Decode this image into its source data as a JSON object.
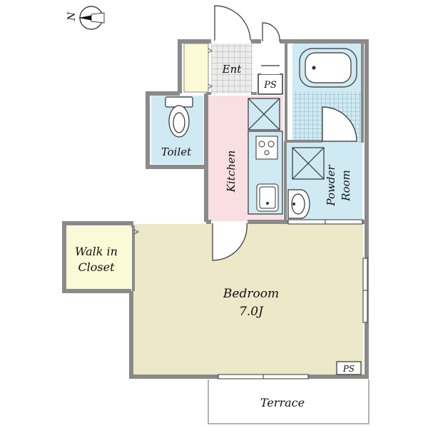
{
  "compass": {
    "label": "N"
  },
  "rooms": {
    "entrance": "Ent",
    "toilet": "Toilet",
    "kitchen": "Kitchen",
    "powder_room_line1": "Powder",
    "powder_room_line2": "Room",
    "walk_in_closet_line1": "Walk in",
    "walk_in_closet_line2": "Closet",
    "bedroom": "Bedroom",
    "bedroom_size": "7.0J",
    "terrace": "Terrace",
    "ps_top": "PS",
    "ps_bottom": "PS"
  },
  "colors": {
    "wall": "#8a8a8a",
    "bedroom_floor": "#ede8c8",
    "kitchen_floor": "#f9dfe2",
    "wet_area": "#cfeaf3",
    "closet_floor": "#fbf9d6",
    "entrance_tile": "#e6e6e6"
  }
}
